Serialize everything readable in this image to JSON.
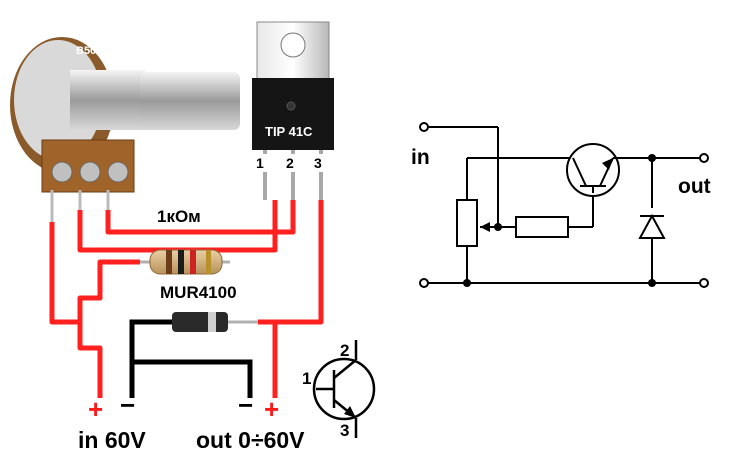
{
  "pictorial": {
    "pot_label": "B50K",
    "transistor_label": "TIP 41C",
    "pin_1": "1",
    "pin_2": "2",
    "pin_3": "3",
    "resistor_label": "1кОм",
    "diode_label": "MUR4100",
    "plus_sign": "+",
    "minus_sign": "−",
    "input_label": "in 60V",
    "output_label": "out 0÷60V"
  },
  "symbol": {
    "pin_1": "1",
    "pin_2": "2",
    "pin_3": "3"
  },
  "schematic": {
    "in_label": "in",
    "out_label": "out"
  },
  "colors": {
    "wire_red": "#ff2020",
    "wire_black": "#000000",
    "label_red": "#ff1a1a"
  }
}
